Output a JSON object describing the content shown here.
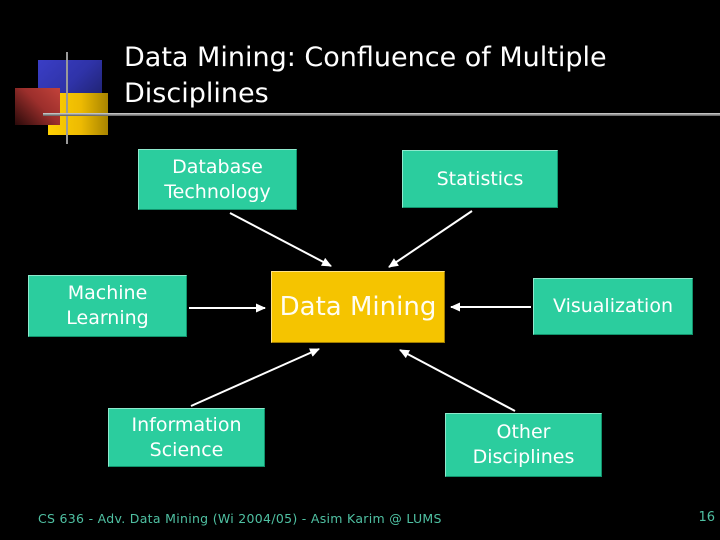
{
  "slide": {
    "title": "Data Mining: Confluence of Multiple Disciplines",
    "footer": "CS 636 - Adv. Data Mining (Wi 2004/05) - Asim Karim @ LUMS",
    "page_number": "16"
  },
  "diagram": {
    "center": {
      "label": "Data Mining"
    },
    "nodes": [
      {
        "id": "database-technology",
        "label": "Database Technology"
      },
      {
        "id": "statistics",
        "label": "Statistics"
      },
      {
        "id": "machine-learning",
        "label": "Machine Learning"
      },
      {
        "id": "visualization",
        "label": "Visualization"
      },
      {
        "id": "information-science",
        "label": "Information Science"
      },
      {
        "id": "other-disciplines",
        "label": "Other Disciplines"
      }
    ],
    "arrows": [
      "database-technology-to-center",
      "statistics-to-center",
      "machine-learning-to-center",
      "visualization-to-center",
      "information-science-to-center",
      "other-disciplines-to-center"
    ]
  },
  "colors": {
    "node_fill": "#2BCD9E",
    "center_fill": "#F5C400",
    "node_text": "#FFFFFF",
    "center_text": "#FFFDF2",
    "arrow_color": "#FFFFFF",
    "title_text": "#FFFFFF",
    "footer_text": "#4FC0A2"
  }
}
